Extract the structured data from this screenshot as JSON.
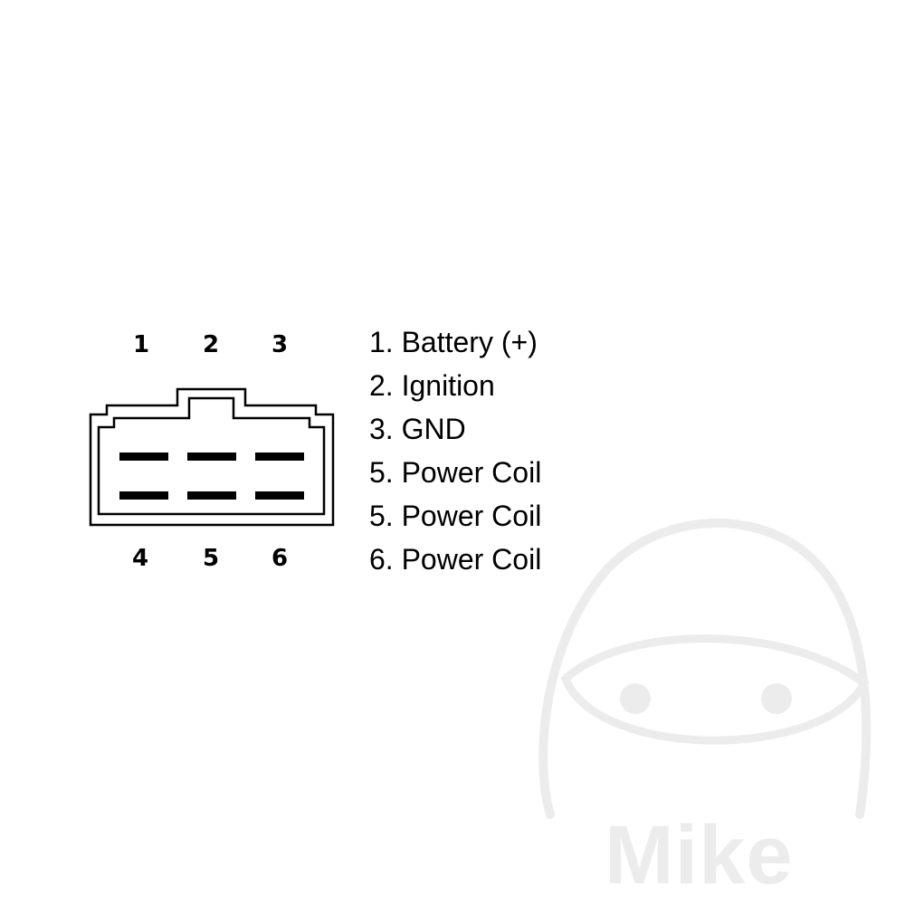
{
  "pins": {
    "top": [
      "1",
      "2",
      "3"
    ],
    "bottom": [
      "4",
      "5",
      "6"
    ]
  },
  "legend": [
    "1. Battery (+)",
    "2. Ignition",
    "3. GND",
    "5. Power Coil",
    "5. Power Coil",
    "6. Power Coil"
  ],
  "watermark": {
    "text": "Mike",
    "color": "#ececec"
  },
  "colors": {
    "line": "#000000",
    "background": "#ffffff"
  }
}
